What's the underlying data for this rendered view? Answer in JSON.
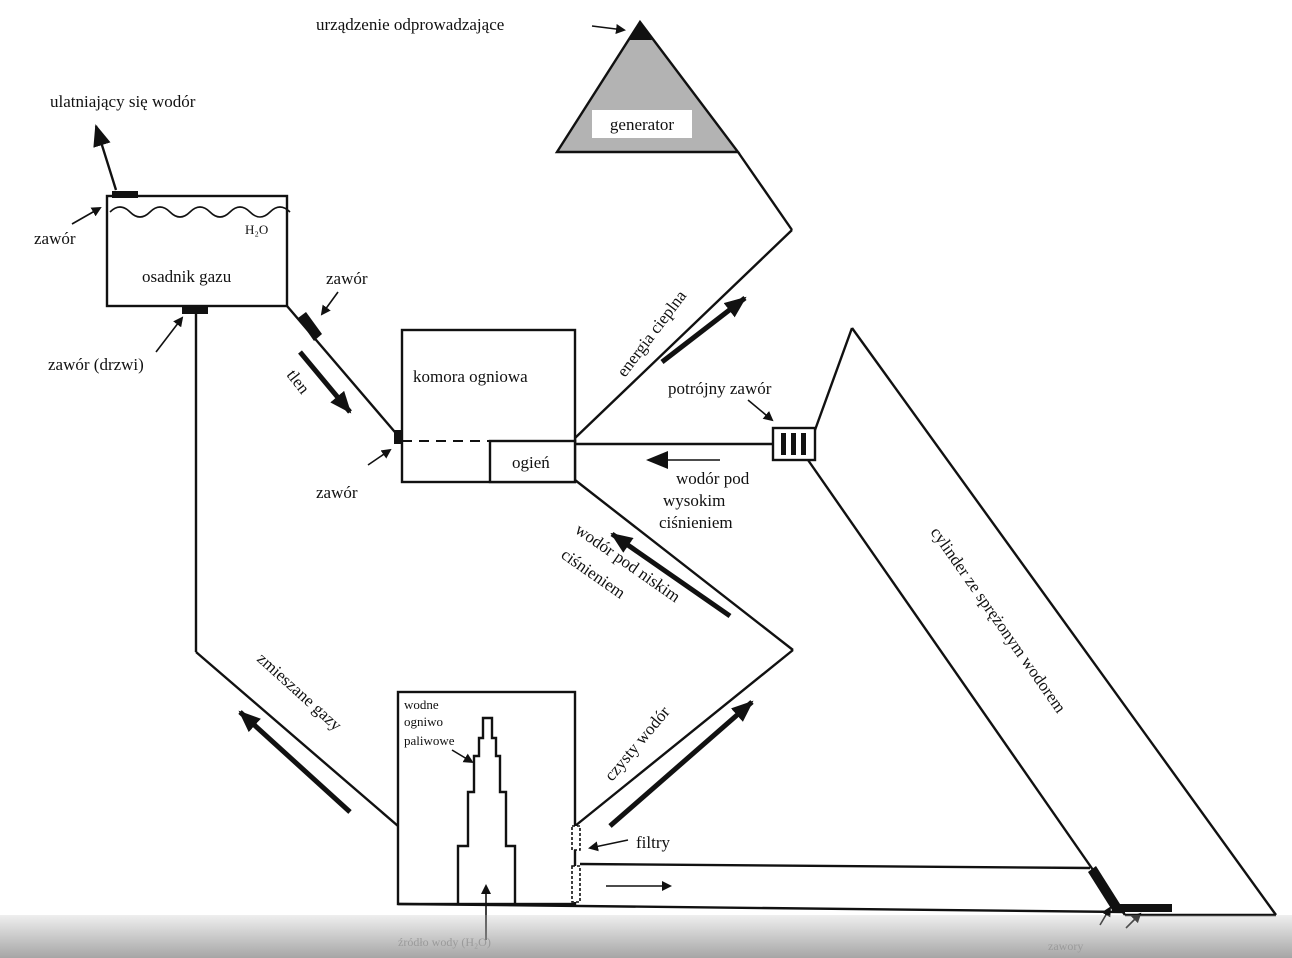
{
  "labels": {
    "outlet_device": "urządzenie odprowadzające",
    "generator": "generator",
    "escaping_hydrogen": "ulatniający się wodór",
    "valve_top_left": "zawór",
    "water_formula": "H₂O",
    "gas_settler": "osadnik gazu",
    "valve_mid": "zawór",
    "valve_door": "zawór (drzwi)",
    "oxygen": "tlen",
    "combustion_chamber": "komora ogniowa",
    "fire": "ogień",
    "valve_chamber": "zawór",
    "heat_energy": "energia cieplna",
    "triple_valve": "potrójny zawór",
    "hp_hydrogen_1": "wodór pod",
    "hp_hydrogen_2": "wysokim",
    "hp_hydrogen_3": "ciśnieniem",
    "lp_hydrogen_1": "wodór pod niskim",
    "lp_hydrogen_2": "ciśnieniem",
    "cylinder": "cylinder ze sprężonym wodorem",
    "mixed_gases": "zmieszane gazy",
    "fuel_cell_1": "wodne",
    "fuel_cell_2": "ogniwo",
    "fuel_cell_3": "paliwowe",
    "pure_hydrogen": "czysty wodór",
    "filters": "filtry",
    "water_source": "źródło wody (H₂O)",
    "valves_bottom": "zawory"
  },
  "colors": {
    "line": "#111111",
    "generator_fill": "#b3b3b3",
    "background": "#ffffff"
  }
}
